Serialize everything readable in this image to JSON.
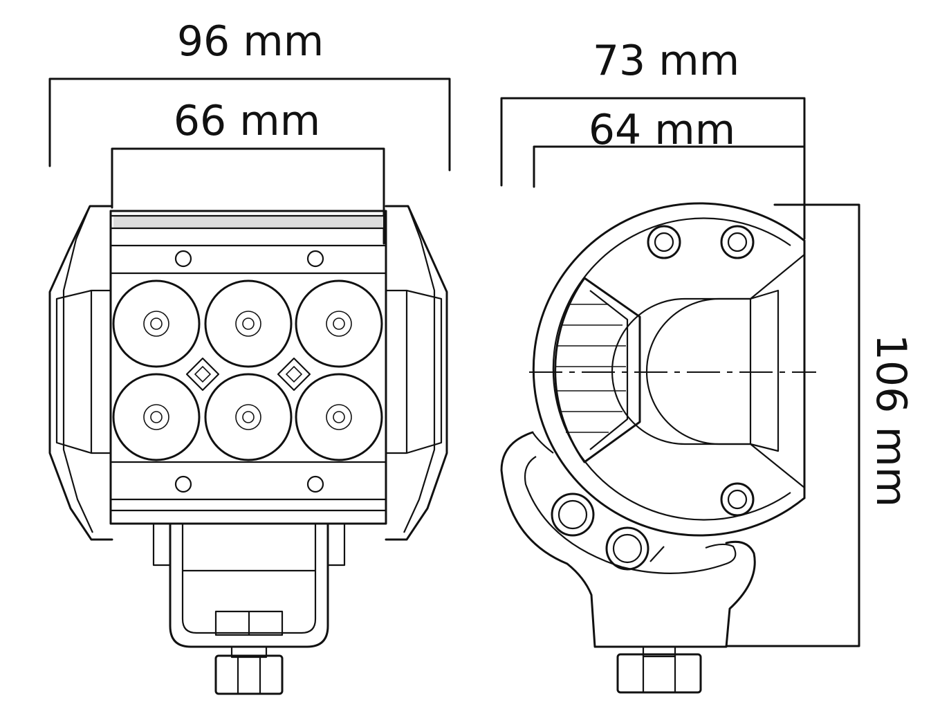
{
  "dimensions": {
    "front_outer_width": "96 mm",
    "front_lens_width": "66 mm",
    "side_outer_depth": "73 mm",
    "side_inner_depth": "64 mm",
    "side_height": "106 mm"
  },
  "colors": {
    "line": "#111111",
    "background": "#ffffff"
  }
}
